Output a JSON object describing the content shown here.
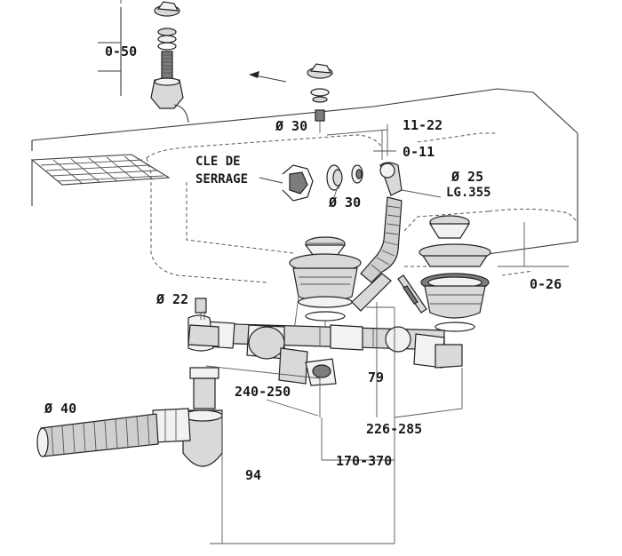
{
  "labels": {
    "stopper_height": "0-50",
    "dia_overflow": "Ø 30",
    "dim_11_22": "11-22",
    "dim_0_11": "0-11",
    "key_line1": "CLE DE",
    "key_line2": "SERRAGE",
    "dia_nut": "Ø 30",
    "dia_hose": "Ø 25",
    "hose_length": "LG.355",
    "dim_0_26": "0-26",
    "dia_inlet": "Ø 22",
    "dim_79": "79",
    "dim_240_250": "240-250",
    "dia_outlet": "Ø 40",
    "dim_226_285": "226-285",
    "dim_170_370": "170-370",
    "dim_94": "94"
  }
}
